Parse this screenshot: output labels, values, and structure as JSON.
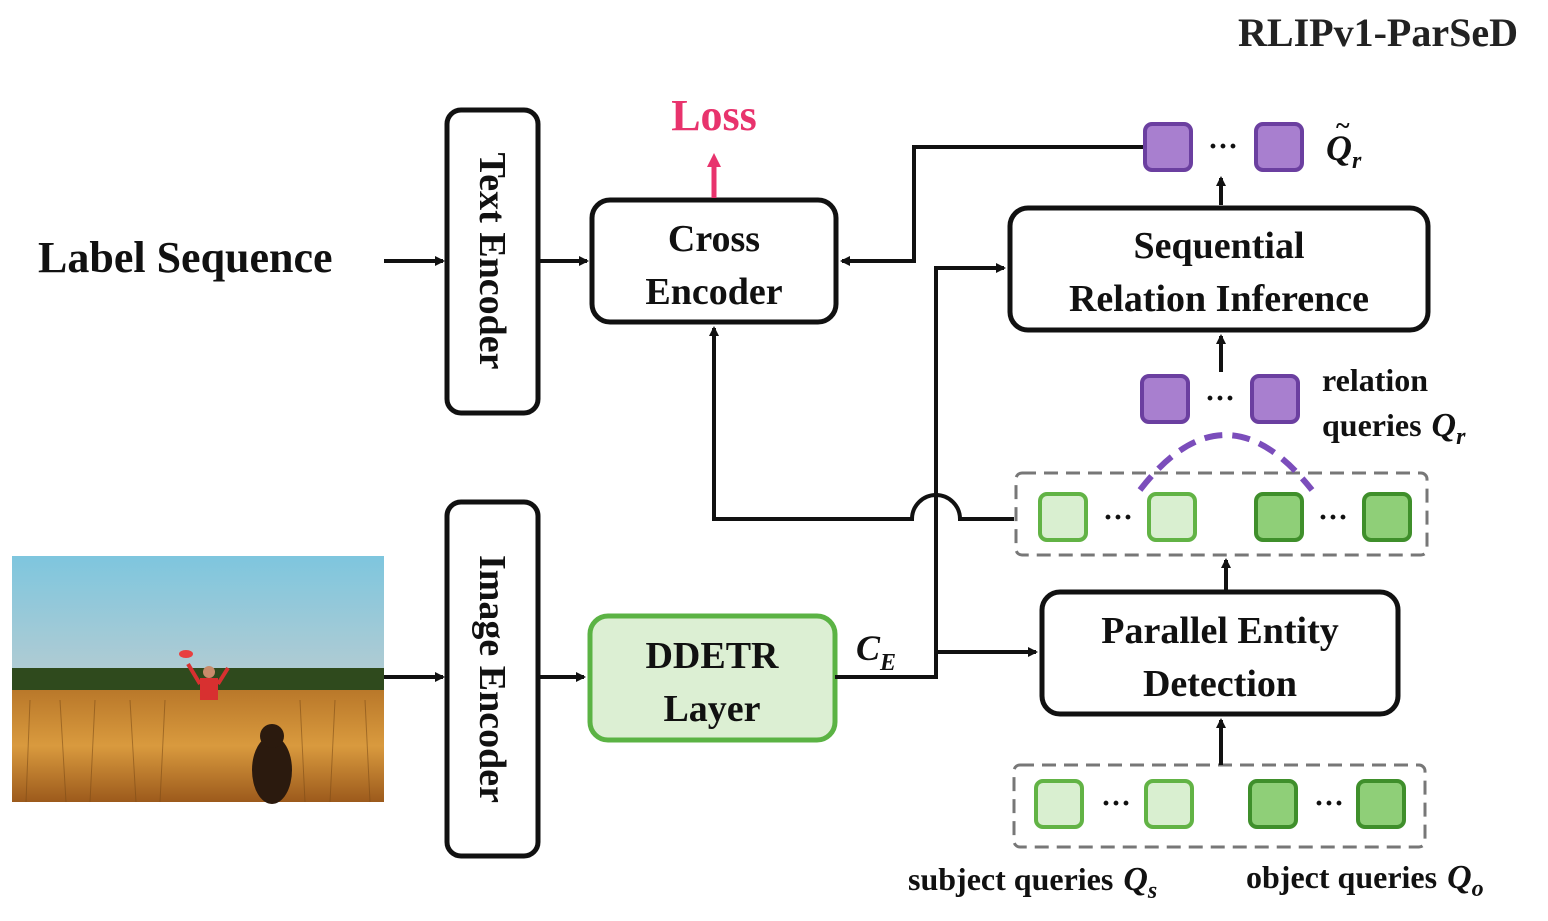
{
  "title": "RLIPv1-ParSeD",
  "label_sequence": "Label Sequence",
  "loss": "Loss",
  "text_encoder": "Text Encoder",
  "image_encoder": "Image Encoder",
  "cross_encoder": {
    "line1": "Cross",
    "line2": "Encoder"
  },
  "ddetr": {
    "line1": "DDETR",
    "line2": "Layer"
  },
  "sri": {
    "line1": "Sequential",
    "line2": "Relation Inference"
  },
  "ped": {
    "line1": "Parallel Entity",
    "line2": "Detection"
  },
  "ce_label": {
    "main": "C",
    "sub": "E"
  },
  "qr_tilde": {
    "main": "Q",
    "sub": "r",
    "accent": "~"
  },
  "relation_queries": {
    "line1": "relation",
    "line2": "queries",
    "sym": "Q",
    "sub": "r"
  },
  "subject_queries": {
    "text": "subject queries",
    "sym": "Q",
    "sub": "s"
  },
  "object_queries": {
    "text": "object queries",
    "sym": "Q",
    "sub": "o"
  },
  "dots": "···",
  "colors": {
    "loss": "#e8336d",
    "purple_fill": "#a87fcf",
    "purple_stroke": "#6b3fa0",
    "purple_arc": "#7b4dbb",
    "light_green_fill": "#d9efd0",
    "light_green_stroke": "#62b345",
    "dark_green_fill": "#8fcf78",
    "dark_green_stroke": "#3f8f2b",
    "ddetr_fill": "#dcefd3",
    "ddetr_stroke": "#5bb344"
  },
  "photo": {
    "description_icon": "photo-image"
  }
}
